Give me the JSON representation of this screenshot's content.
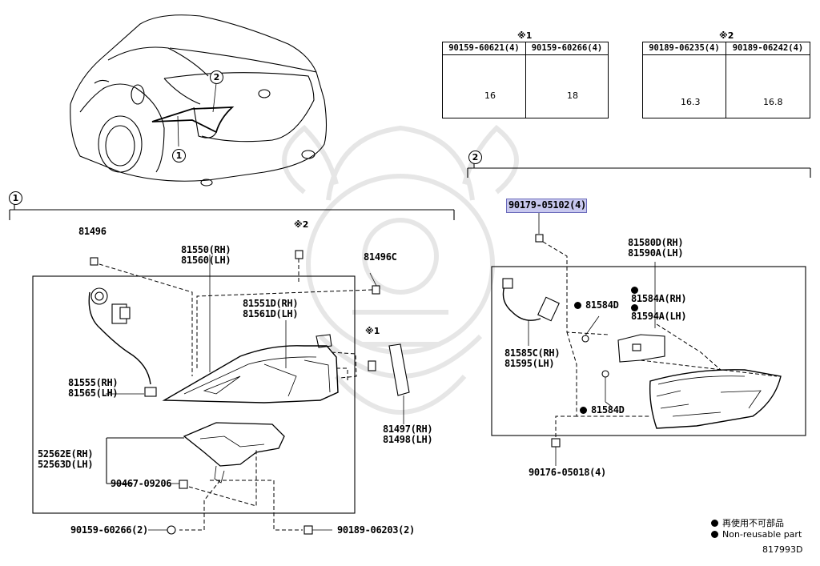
{
  "callouts": {
    "c1": "1",
    "c2": "2",
    "c1_car": "1",
    "c2_car": "2"
  },
  "fastener_tables": [
    {
      "mark": "※1",
      "headers": [
        "90159-60621(4)",
        "90159-60266(4)"
      ],
      "dims": [
        "16",
        "18"
      ]
    },
    {
      "mark": "※2",
      "headers": [
        "90189-06235(4)",
        "90189-06242(4)"
      ],
      "dims": [
        "16.3",
        "16.8"
      ]
    }
  ],
  "parts_left": {
    "p81496": "81496",
    "kome2": "※2",
    "p81496c": "81496C",
    "p81550": [
      "81550(RH)",
      "81560(LH)"
    ],
    "p81551d": [
      "81551D(RH)",
      "81561D(LH)"
    ],
    "kome1": "※1",
    "p81555": [
      "81555(RH)",
      "81565(LH)"
    ],
    "p81497": [
      "81497(RH)",
      "81498(LH)"
    ],
    "p52562": [
      "52562E(RH)",
      "52563D(LH)"
    ],
    "p90467": "90467-09206",
    "p90159": "90159-60266(2)",
    "p90189": "90189-06203(2)"
  },
  "parts_right": {
    "p90179": "90179-05102(4)",
    "p81580": [
      "81580D(RH)",
      "81590A(LH)"
    ],
    "p81584a": [
      "81584A(RH)",
      "81594A(LH)"
    ],
    "p81584d_top": "81584D",
    "p81585": [
      "81585C(RH)",
      "81595(LH)"
    ],
    "p81584d_bot": "81584D",
    "p90176": "90176-05018(4)"
  },
  "legend": {
    "jp": "再使用不可部品",
    "en": "Non-reusable part",
    "code": "817993D"
  }
}
